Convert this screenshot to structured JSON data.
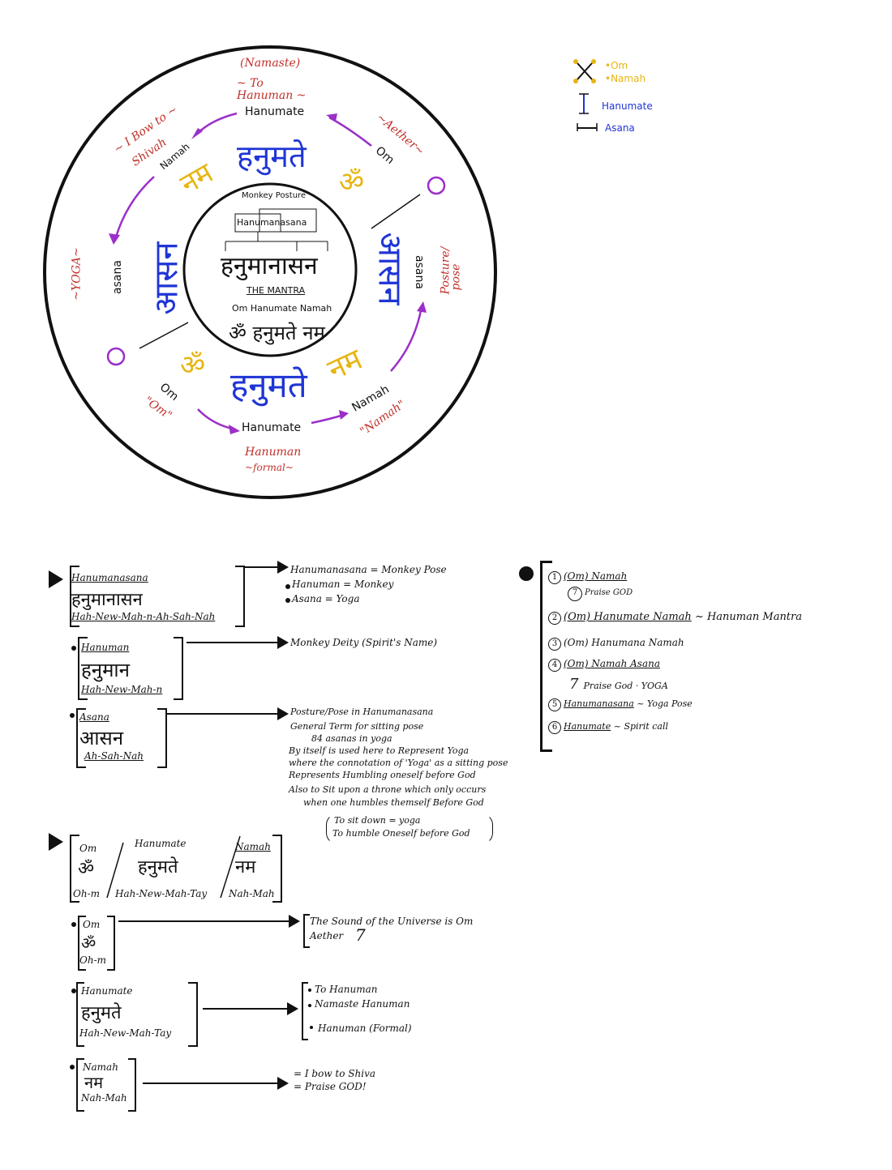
{
  "wheel": {
    "outer_labels": {
      "namaste": "(Namaste)",
      "to_hanuman_1": "~ To",
      "to_hanuman_2": "Hanuman ~",
      "hanumate_top": "Hanumate",
      "bow_shiva_1": "~ I Bow to ~",
      "bow_shiva_2": "Shivah",
      "namah_top": "Namah",
      "aether": "~Aether~",
      "om_top": "Om",
      "yoga": "~YOGA~",
      "asana_left": "asana",
      "asana_right": "asana",
      "posture_pose_1": "Posture/",
      "posture_pose_2": "pose",
      "om_bottom": "Om",
      "om_quote": "\"Om\"",
      "hanumate_bottom": "Hanumate",
      "hanuman_formal_1": "Hanuman",
      "hanuman_formal_2": "~formal~",
      "namah_bottom": "Namah",
      "namah_quote": "\"Namah\""
    },
    "script_glyphs": {
      "top_blue": "हनुमते",
      "top_gold": "नम",
      "top_right_gold": "ॐ",
      "left_blue": "आसन",
      "right_blue": "आसन",
      "bottom_blue": "हनुमते",
      "bottom_gold_left": "ॐ",
      "bottom_gold_right": "नम",
      "o_symbol": "O"
    },
    "inner": {
      "monkey_posture": "Monkey Posture",
      "hanuman_asana": "Hanumanasana",
      "devanagari": "हनुमानासन",
      "the_mantra": "THE MANTRA",
      "mantra_roman": "Om Hanumate Namah",
      "mantra_devanagari": "ॐ हनुमते नम"
    }
  },
  "legend": {
    "om": "•Om",
    "namah": "•Namah",
    "hanumate": "Hanumate",
    "asana": "Asana"
  },
  "blocks": {
    "hanumanasana": {
      "title": "Hanumanasana",
      "devanagari": "हनुमानासन",
      "pron": "Hah-New-Mah-n-Ah-Sah-Nah",
      "notes": [
        "Hanumanasana = Monkey Pose",
        "Hanuman = Monkey",
        "Asana = Yoga"
      ]
    },
    "hanuman": {
      "title": "Hanuman",
      "devanagari": "हनुमान",
      "pron": "Hah-New-Mah-n",
      "note": "Monkey Deity (Spirit's Name)"
    },
    "asana": {
      "title": "Asana",
      "devanagari": "आसन",
      "pron": "Ah-Sah-Nah",
      "notes": [
        "Posture/Pose in Hanumanasana",
        "General Term for sitting pose",
        "84 asanas in yoga",
        "By itself is used here to Represent Yoga",
        "where the connotation of 'Yoga' as a sitting pose",
        "Represents Humbling oneself before God",
        "Also to Sit upon a throne which only occurs",
        "when one humbles themself Before God"
      ],
      "paren_1": "To sit down = yoga",
      "paren_2": "To humble Oneself before God"
    },
    "mantra": {
      "om": "Om",
      "om_dev": "ॐ",
      "om_pron": "Oh-m",
      "hanumate": "Hanumate",
      "hanumate_dev": "हनुमते",
      "hanumate_pron": "Hah-New-Mah-Tay",
      "namah": "Namah",
      "namah_dev": "नम",
      "namah_pron": "Nah-Mah"
    },
    "om": {
      "title": "Om",
      "devanagari": "ॐ",
      "pron": "Oh-m",
      "note_1": "The Sound of the Universe is Om",
      "note_2": "Aether",
      "note_symbol": "7"
    },
    "hanumate": {
      "title": "Hanumate",
      "devanagari": "हनुमते",
      "pron": "Hah-New-Mah-Tay",
      "notes": [
        "To Hanuman",
        "Namaste Hanuman",
        "Hanuman (Formal)"
      ]
    },
    "namah": {
      "title": "Namah",
      "devanagari": "नम",
      "pron": "Nah-Mah",
      "note_1": "= I bow to Shiva",
      "note_2": "= Praise GOD!"
    }
  },
  "numbered": {
    "items": [
      {
        "num": "1",
        "text": "(Om) Namah",
        "sub": "Praise GOD"
      },
      {
        "num": "2",
        "text": "(Om) Hanumate Namah",
        "tail": "~ Hanuman Mantra"
      },
      {
        "num": "3",
        "text": "(Om) Hanumana Namah"
      },
      {
        "num": "4",
        "text": "(Om) Namah Asana",
        "sub": "Praise God · YOGA"
      },
      {
        "num": "5",
        "text": "Hanumanasana",
        "tail": "~ Yoga Pose"
      },
      {
        "num": "6",
        "text": "Hanumate",
        "tail": "~ Spirit call"
      }
    ]
  },
  "colors": {
    "red": "#c0302a",
    "blue": "#1f35d6",
    "gold": "#e7b511",
    "purple": "#9b2fc9",
    "ink": "#111111"
  }
}
